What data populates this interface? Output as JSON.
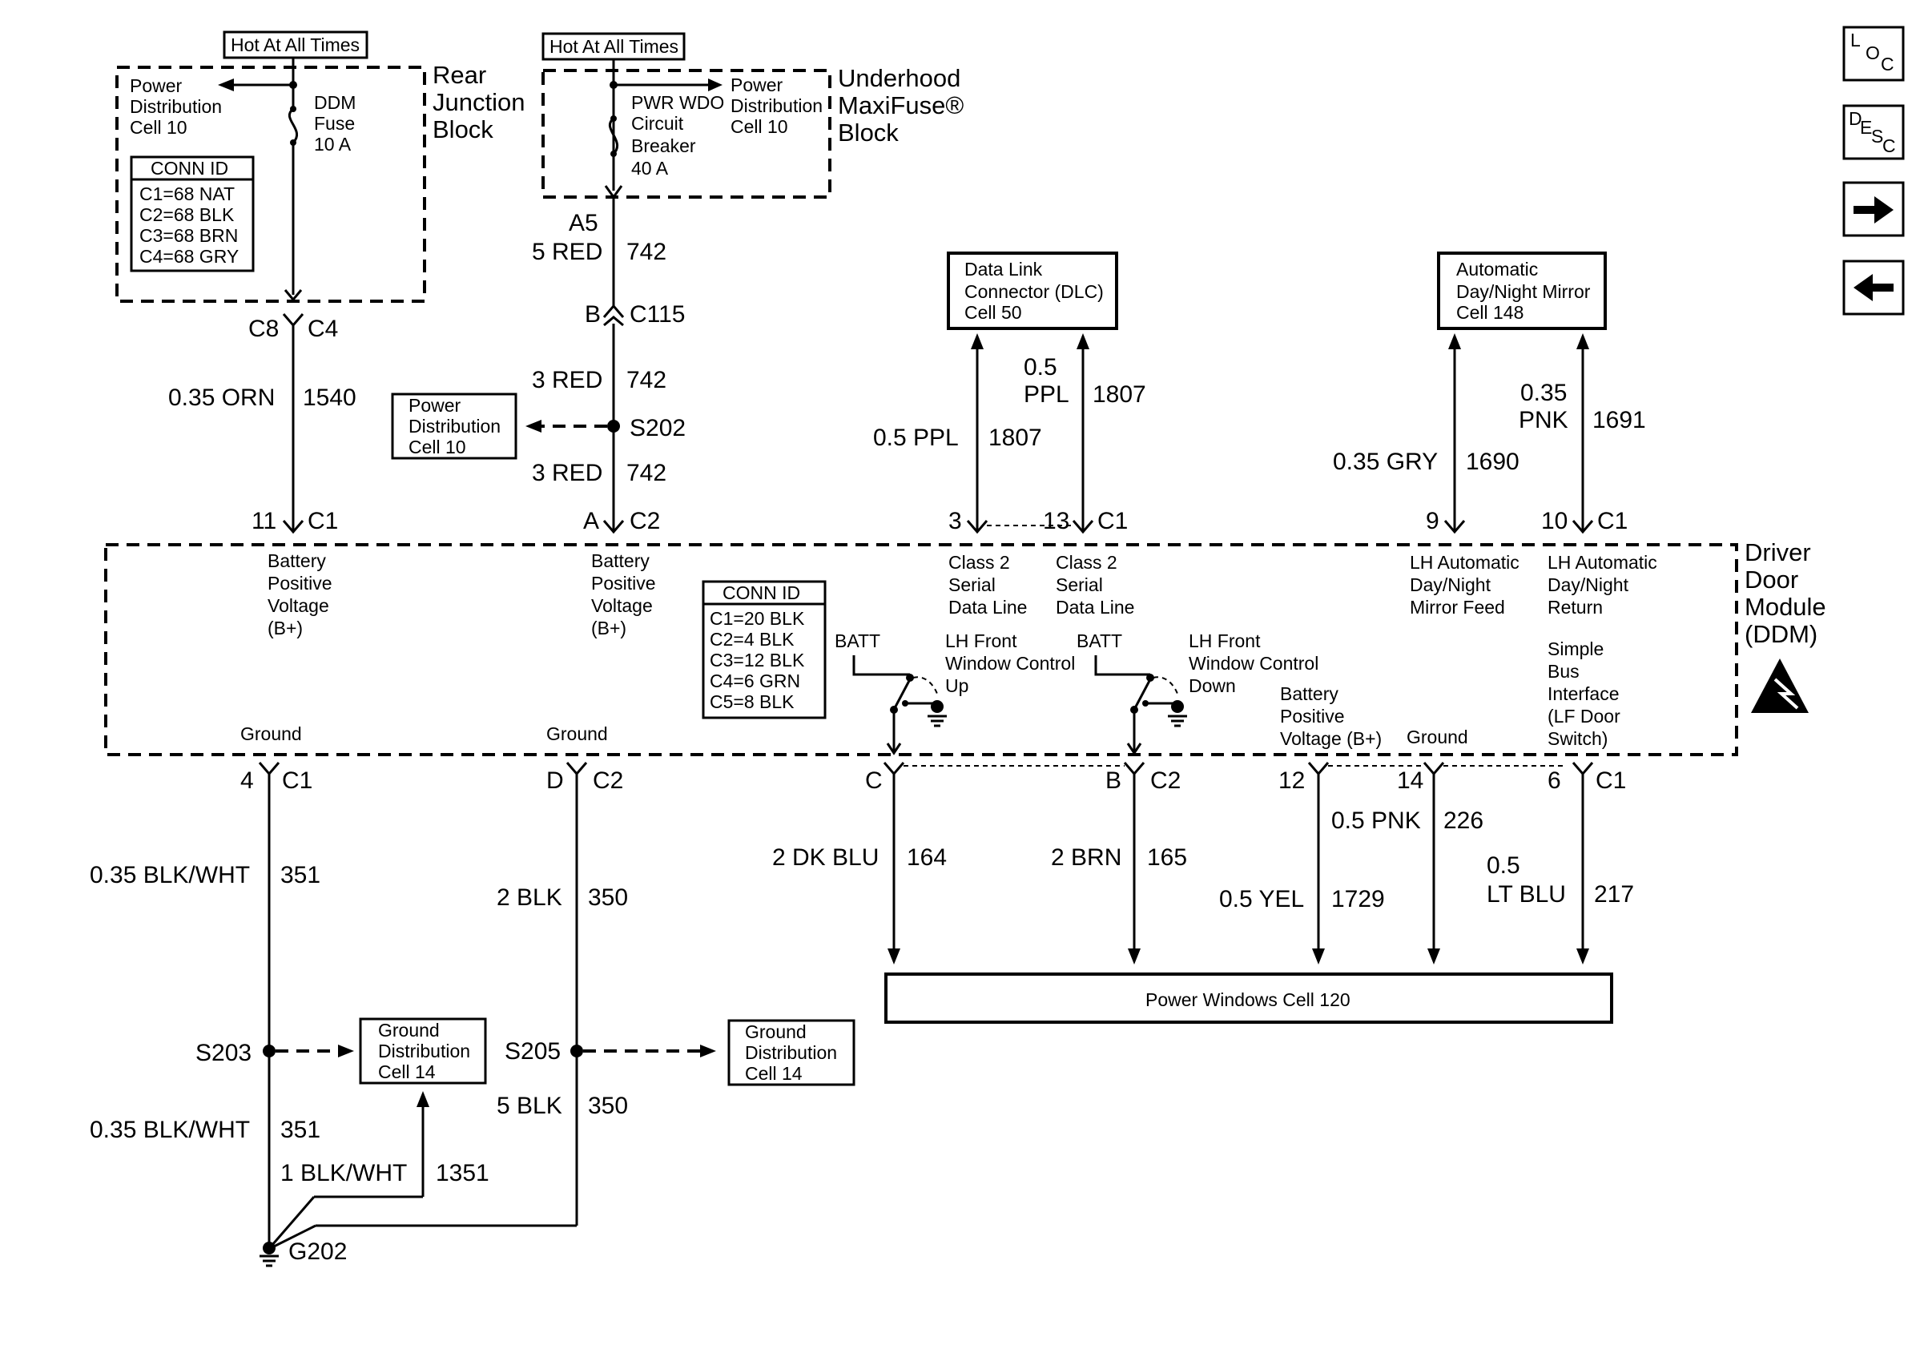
{
  "nav": {
    "loc": {
      "l1": "L",
      "l2": "O",
      "l3": "C"
    },
    "desc": {
      "l1": "D",
      "l2": "E",
      "l3": "S",
      "l4": "C"
    }
  },
  "rear_junction": {
    "hot_label": "Hot At All Times",
    "block_title": [
      "Rear",
      "Junction",
      "Block"
    ],
    "power_dist": [
      "Power",
      "Distribution",
      "Cell 10"
    ],
    "fuse": [
      "DDM",
      "Fuse",
      "10 A"
    ],
    "conn_title": "CONN ID",
    "conn_rows": [
      "C1=68 NAT",
      "C2=68 BLK",
      "C3=68 BRN",
      "C4=68 GRY"
    ],
    "conn_top": [
      "C8",
      "C4"
    ],
    "wire": {
      "color": "0.35 ORN",
      "circuit": "1540"
    },
    "ddm_pin": [
      "11",
      "C1"
    ]
  },
  "underhood": {
    "hot_label": "Hot At All Times",
    "block_title": [
      "Underhood",
      "MaxiFuse®",
      "Block"
    ],
    "breaker": [
      "PWR WDO",
      "Circuit",
      "Breaker",
      "40 A"
    ],
    "power_dist": [
      "Power",
      "Distribution",
      "Cell 10"
    ],
    "a5": "A5",
    "wire1": {
      "color": "5 RED",
      "circuit": "742"
    },
    "c115": [
      "B",
      "C115"
    ],
    "wire2": {
      "color": "3 RED",
      "circuit": "742"
    },
    "splice": "S202",
    "splice_ref": [
      "Power",
      "Distribution",
      "Cell 10"
    ],
    "wire3": {
      "color": "3 RED",
      "circuit": "742"
    },
    "ddm_pin": [
      "A",
      "C2"
    ]
  },
  "dlc": {
    "box": [
      "Data Link",
      "Connector (DLC)",
      "Cell 50"
    ],
    "wire1": {
      "color": "0.5 PPL",
      "circuit": "1807"
    },
    "wire2": {
      "color1": "0.5",
      "color2": "PPL",
      "circuit": "1807"
    },
    "pins": [
      "3",
      "13",
      "C1"
    ]
  },
  "mirror": {
    "box": [
      "Automatic",
      "Day/Night Mirror",
      "Cell 148"
    ],
    "wire1": {
      "color": "0.35 GRY",
      "circuit": "1690"
    },
    "wire2": {
      "color1": "0.35",
      "color2": "PNK",
      "circuit": "1691"
    },
    "pins": [
      "9",
      "10",
      "C1"
    ]
  },
  "ddm": {
    "title": [
      "Driver",
      "Door",
      "Module",
      "(DDM)"
    ],
    "b_plus_1": [
      "Battery",
      "Positive",
      "Voltage",
      "(B+)"
    ],
    "b_plus_2": [
      "Battery",
      "Positive",
      "Voltage",
      "(B+)"
    ],
    "class2_a": [
      "Class 2",
      "Serial",
      "Data Line"
    ],
    "class2_b": [
      "Class 2",
      "Serial",
      "Data Line"
    ],
    "mirror_feed": [
      "LH Automatic",
      "Day/Night",
      "Mirror Feed"
    ],
    "mirror_return": [
      "LH Automatic",
      "Day/Night",
      "Return"
    ],
    "conn_title": "CONN ID",
    "conn_rows": [
      "C1=20 BLK",
      "C2=4 BLK",
      "C3=12 BLK",
      "C4=6 GRN",
      "C5=8 BLK"
    ],
    "batt1": "BATT",
    "batt2": "BATT",
    "sw_up": [
      "LH Front",
      "Window Control",
      "Up"
    ],
    "sw_down": [
      "LH Front",
      "Window Control",
      "Down"
    ],
    "b_plus_3": [
      "Battery",
      "Positive",
      "Voltage (B+)"
    ],
    "ground3": "Ground",
    "sbi": [
      "Simple",
      "Bus",
      "Interface",
      "(LF Door",
      "Switch)"
    ],
    "ground1": "Ground",
    "ground2": "Ground"
  },
  "bottom": {
    "p1": [
      "4",
      "C1"
    ],
    "w1": {
      "color": "0.35 BLK/WHT",
      "circuit": "351"
    },
    "s203": "S203",
    "gd1": [
      "Ground",
      "Distribution",
      "Cell 14"
    ],
    "w1b": {
      "color": "0.35 BLK/WHT",
      "circuit": "351"
    },
    "w1c": {
      "color": "1 BLK/WHT",
      "circuit": "1351"
    },
    "g202": "G202",
    "p2": [
      "D",
      "C2"
    ],
    "w2": {
      "color": "2 BLK",
      "circuit": "350"
    },
    "s205": "S205",
    "gd2": [
      "Ground",
      "Distribution",
      "Cell 14"
    ],
    "w2b": {
      "color": "5 BLK",
      "circuit": "350"
    },
    "p3": "C",
    "w3": {
      "color": "2 DK BLU",
      "circuit": "164"
    },
    "p4": [
      "B",
      "C2"
    ],
    "w4": {
      "color": "2 BRN",
      "circuit": "165"
    },
    "p5": "12",
    "w5": {
      "color": "0.5 YEL",
      "circuit": "1729"
    },
    "p6": "14",
    "w6": {
      "color": "0.5 PNK",
      "circuit": "226"
    },
    "p7": [
      "6",
      "C1"
    ],
    "w7": {
      "color1": "0.5",
      "color2": "LT BLU",
      "circuit": "217"
    },
    "pw_box": "Power Windows Cell 120"
  }
}
